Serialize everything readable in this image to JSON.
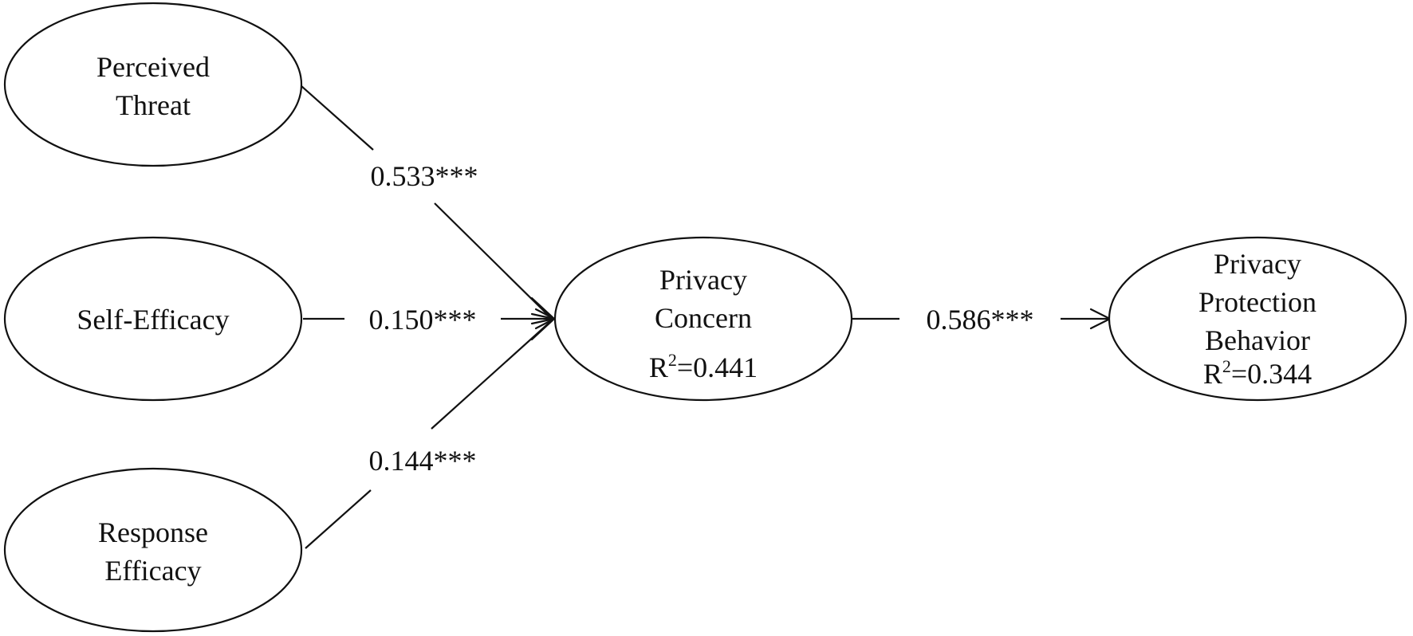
{
  "nodes": {
    "perceived_threat": {
      "lines": [
        "Perceived",
        "Threat"
      ]
    },
    "self_efficacy": {
      "lines": [
        "Self-Efficacy"
      ]
    },
    "response_efficacy": {
      "lines": [
        "Response",
        "Efficacy"
      ]
    },
    "privacy_concern": {
      "lines": [
        "Privacy",
        "Concern"
      ],
      "r2": {
        "prefix": "R",
        "sup": "2",
        "value": "=0.441"
      }
    },
    "privacy_protection_behavior": {
      "lines": [
        "Privacy",
        "Protection",
        "Behavior"
      ],
      "r2": {
        "prefix": "R",
        "sup": "2",
        "value": "=0.344"
      }
    }
  },
  "paths": {
    "threat_to_concern": "0.533***",
    "efficacy_to_concern": "0.150***",
    "response_to_concern": "0.144***",
    "concern_to_behavior": "0.586***"
  }
}
